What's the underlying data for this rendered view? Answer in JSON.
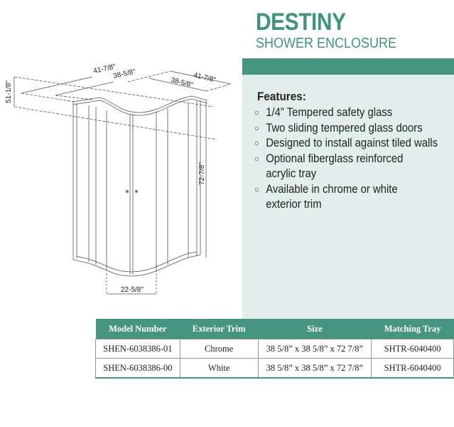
{
  "header": {
    "title": "DESTINY",
    "subtitle": "SHOWER ENCLOSURE"
  },
  "colors": {
    "accent": "#459580",
    "title": "#3f9480",
    "panel": "#e2eeeb"
  },
  "features": {
    "title": "Features:",
    "bullet_icon": "hollow-circle",
    "items": [
      {
        "lines": [
          "1/4” Tempered safety glass"
        ]
      },
      {
        "lines": [
          "Two sliding tempered glass doors"
        ]
      },
      {
        "lines": [
          "Designed to install against tiled walls"
        ]
      },
      {
        "lines": [
          "Optional fiberglass reinforced",
          "acrylic tray"
        ]
      },
      {
        "lines": [
          "Available in chrome or white",
          "exterior trim"
        ]
      }
    ]
  },
  "drawing": {
    "dim_depth_outer_left": "41-7/8\"",
    "dim_depth_inner_left": "38-5/8\"",
    "dim_width_outer_right": "41-7/8\"",
    "dim_width_inner_right": "38-5/8\"",
    "dim_diagonal": "51-1/8\"",
    "dim_height": "72-7/8\"",
    "dim_door_opening": "22-5/8\""
  },
  "table": {
    "headers": [
      "Model Number",
      "Exterior Trim",
      "Size",
      "Matching Tray"
    ],
    "rows": [
      [
        "SHEN-6038386-01",
        "Chrome",
        "38 5/8” x 38 5/8” x 72 7/8”",
        "SHTR-6040400"
      ],
      [
        "SHEN-6038386-00",
        "White",
        "38 5/8” x 38 5/8” x 72 7/8”",
        "SHTR-6040400"
      ]
    ]
  }
}
